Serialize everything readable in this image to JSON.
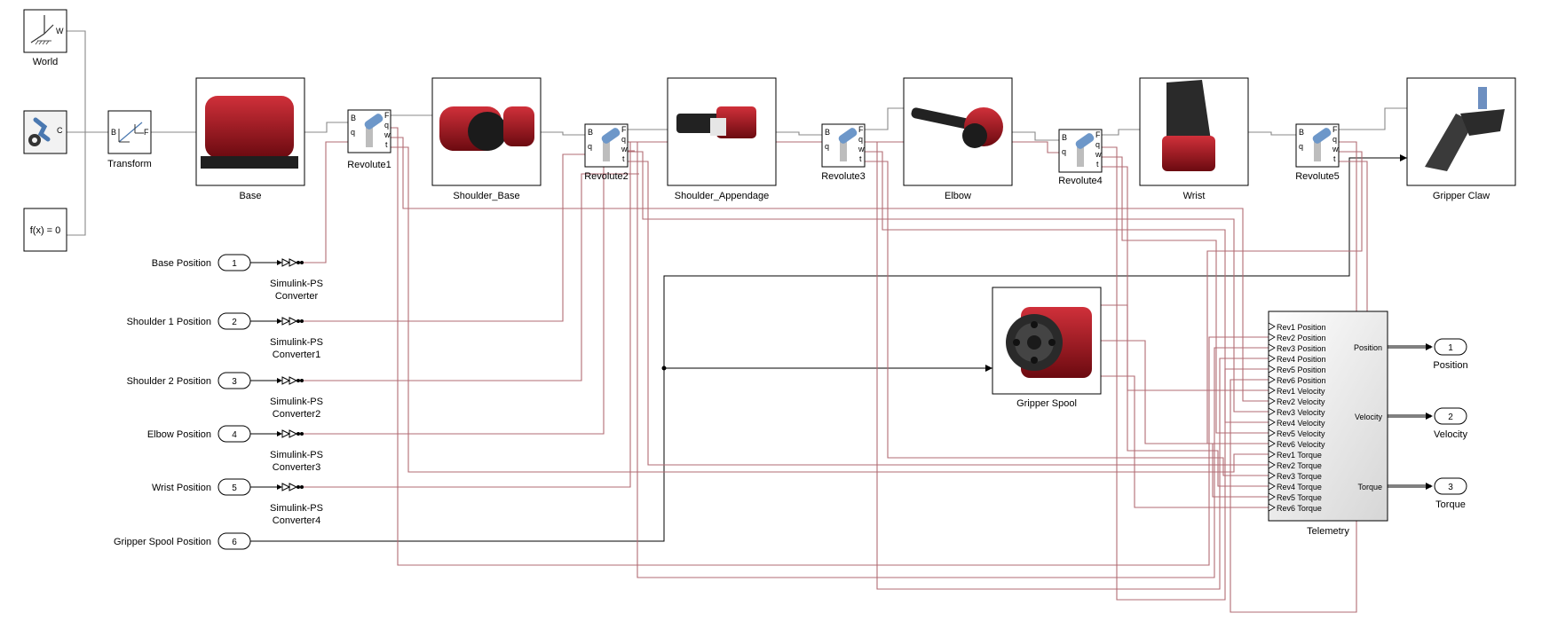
{
  "blocks": {
    "world": "World",
    "transform": "Transform",
    "constraint": "f(x) = 0",
    "bodies": [
      "Base",
      "Shoulder_Base",
      "Shoulder_Appendage",
      "Elbow",
      "Wrist",
      "Gripper Claw"
    ],
    "joints": [
      "Revolute1",
      "Revolute2",
      "Revolute3",
      "Revolute4",
      "Revolute5"
    ],
    "gripper_spool": "Gripper Spool",
    "telemetry": "Telemetry"
  },
  "joint_ports": {
    "b": "B",
    "f": "F",
    "q": "q",
    "w": "w",
    "t": "t"
  },
  "frame_ports": {
    "b": "B",
    "f": "F",
    "w": "W",
    "c": "C"
  },
  "inputs": [
    {
      "name": "Base Position",
      "port": "1",
      "converter": [
        "Simulink-PS",
        "Converter"
      ]
    },
    {
      "name": "Shoulder 1 Position",
      "port": "2",
      "converter": [
        "Simulink-PS",
        "Converter1"
      ]
    },
    {
      "name": "Shoulder 2 Position",
      "port": "3",
      "converter": [
        "Simulink-PS",
        "Converter2"
      ]
    },
    {
      "name": "Elbow Position",
      "port": "4",
      "converter": [
        "Simulink-PS",
        "Converter3"
      ]
    },
    {
      "name": "Wrist Position",
      "port": "5",
      "converter": [
        "Simulink-PS",
        "Converter4"
      ]
    },
    {
      "name": "Gripper Spool Position",
      "port": "6",
      "converter": []
    }
  ],
  "telemetry_inputs": [
    "Rev1 Position",
    "Rev2 Position",
    "Rev3 Position",
    "Rev4 Position",
    "Rev5 Position",
    "Rev6 Position",
    "Rev1 Velocity",
    "Rev2 Velocity",
    "Rev3 Velocity",
    "Rev4 Velocity",
    "Rev5 Velocity",
    "Rev6 Velocity",
    "Rev1 Torque",
    "Rev2 Torque",
    "Rev3 Torque",
    "Rev4 Torque",
    "Rev5 Torque",
    "Rev6 Torque"
  ],
  "outputs": [
    {
      "port_label": "Position",
      "port": "1",
      "name": "Position"
    },
    {
      "port_label": "Velocity",
      "port": "2",
      "name": "Velocity"
    },
    {
      "port_label": "Torque",
      "port": "3",
      "name": "Torque"
    }
  ],
  "colors": {
    "physical_line": "#b26b73",
    "signal_line": "#000000",
    "body_red": "#a3121a",
    "block_border": "#000000"
  }
}
